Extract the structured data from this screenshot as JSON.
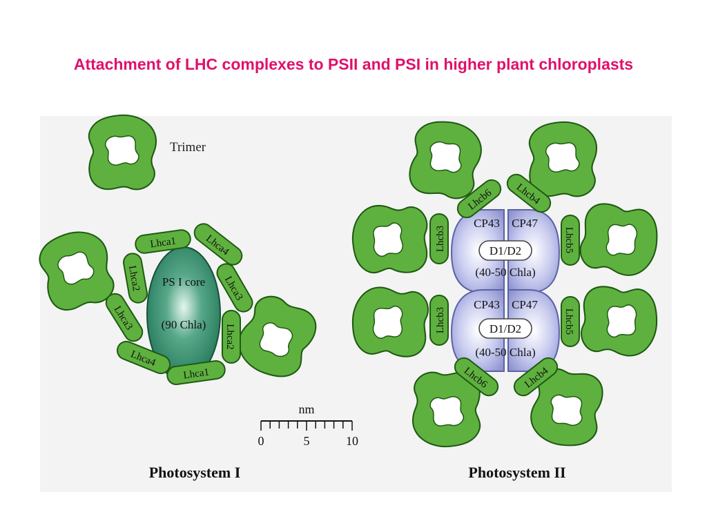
{
  "title": "Attachment of LHC complexes to PSII and PSI in higher plant chloroplasts",
  "colors": {
    "title": "#e0106a",
    "antenna_fill": "#5fb13f",
    "antenna_stroke": "#1f5a12",
    "psi_core": "#2a8a68",
    "psii_core": "#b8bce6",
    "panel_bg": "#f3f3f3"
  },
  "legend": {
    "trimer_label": "Trimer"
  },
  "photosystem_1": {
    "caption": "Photosystem I",
    "core_label": "PS I core",
    "core_chl": "(90 Chla)",
    "subunits": [
      "Lhca1",
      "Lhca4",
      "Lhca2",
      "Lhca3",
      "Lhca3",
      "Lhca2",
      "Lhca4",
      "Lhca1"
    ]
  },
  "photosystem_2": {
    "caption": "Photosystem II",
    "monomers": [
      {
        "cp43": "CP43",
        "cp47": "CP47",
        "d1d2": "D1/D2",
        "chl": "(40-50 Chla)"
      },
      {
        "cp43": "CP43",
        "cp47": "CP47",
        "d1d2": "D1/D2",
        "chl": "(40-50 Chla)"
      }
    ],
    "subunits_top": [
      "Lhcb6",
      "Lhcb4"
    ],
    "subunits_left": [
      "Lhcb3",
      "Lhcb3"
    ],
    "subunits_right": [
      "Lhcb5",
      "Lhcb5"
    ],
    "subunits_bottom": [
      "Lhcb6",
      "Lhcb4"
    ]
  },
  "scale_bar": {
    "unit": "nm",
    "ticks": [
      "0",
      "5",
      "10"
    ]
  }
}
